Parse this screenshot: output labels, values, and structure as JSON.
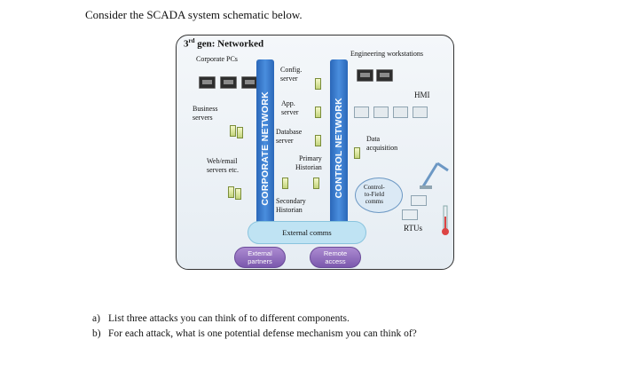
{
  "intro": "Consider the SCADA system schematic below.",
  "diagram": {
    "title_prefix": "3",
    "title_sup": "rd",
    "title_rest": " gen: Networked",
    "corporate_pcs": "Corporate PCs",
    "engineering_workstations": "Engineering workstations",
    "hmi": "HMI",
    "business_servers": [
      "Business",
      "servers"
    ],
    "config_server": [
      "Config.",
      "server"
    ],
    "app_server": [
      "App.",
      "server"
    ],
    "database_server": [
      "Database",
      "server"
    ],
    "web_email": [
      "Web/email",
      "servers etc."
    ],
    "primary_historian": [
      "Primary",
      "Historian"
    ],
    "secondary_historian": [
      "Secondary",
      "Historian"
    ],
    "data_acquisition": [
      "Data",
      "acquisition"
    ],
    "control_to_field": [
      "Control-",
      "to-Field",
      "comms"
    ],
    "rtus": "RTUs",
    "corporate_network": "CORPORATE NETWORK",
    "control_network": "CONTROL NETWORK",
    "external_comms": "External comms",
    "external_partners": [
      "External",
      "partners"
    ],
    "remote_access": [
      "Remote",
      "access"
    ]
  },
  "questions": [
    {
      "label": "a)",
      "text": "List three attacks you can think of to different components."
    },
    {
      "label": "b)",
      "text": "For each attack, what is one potential defense mechanism you can think of?"
    }
  ]
}
